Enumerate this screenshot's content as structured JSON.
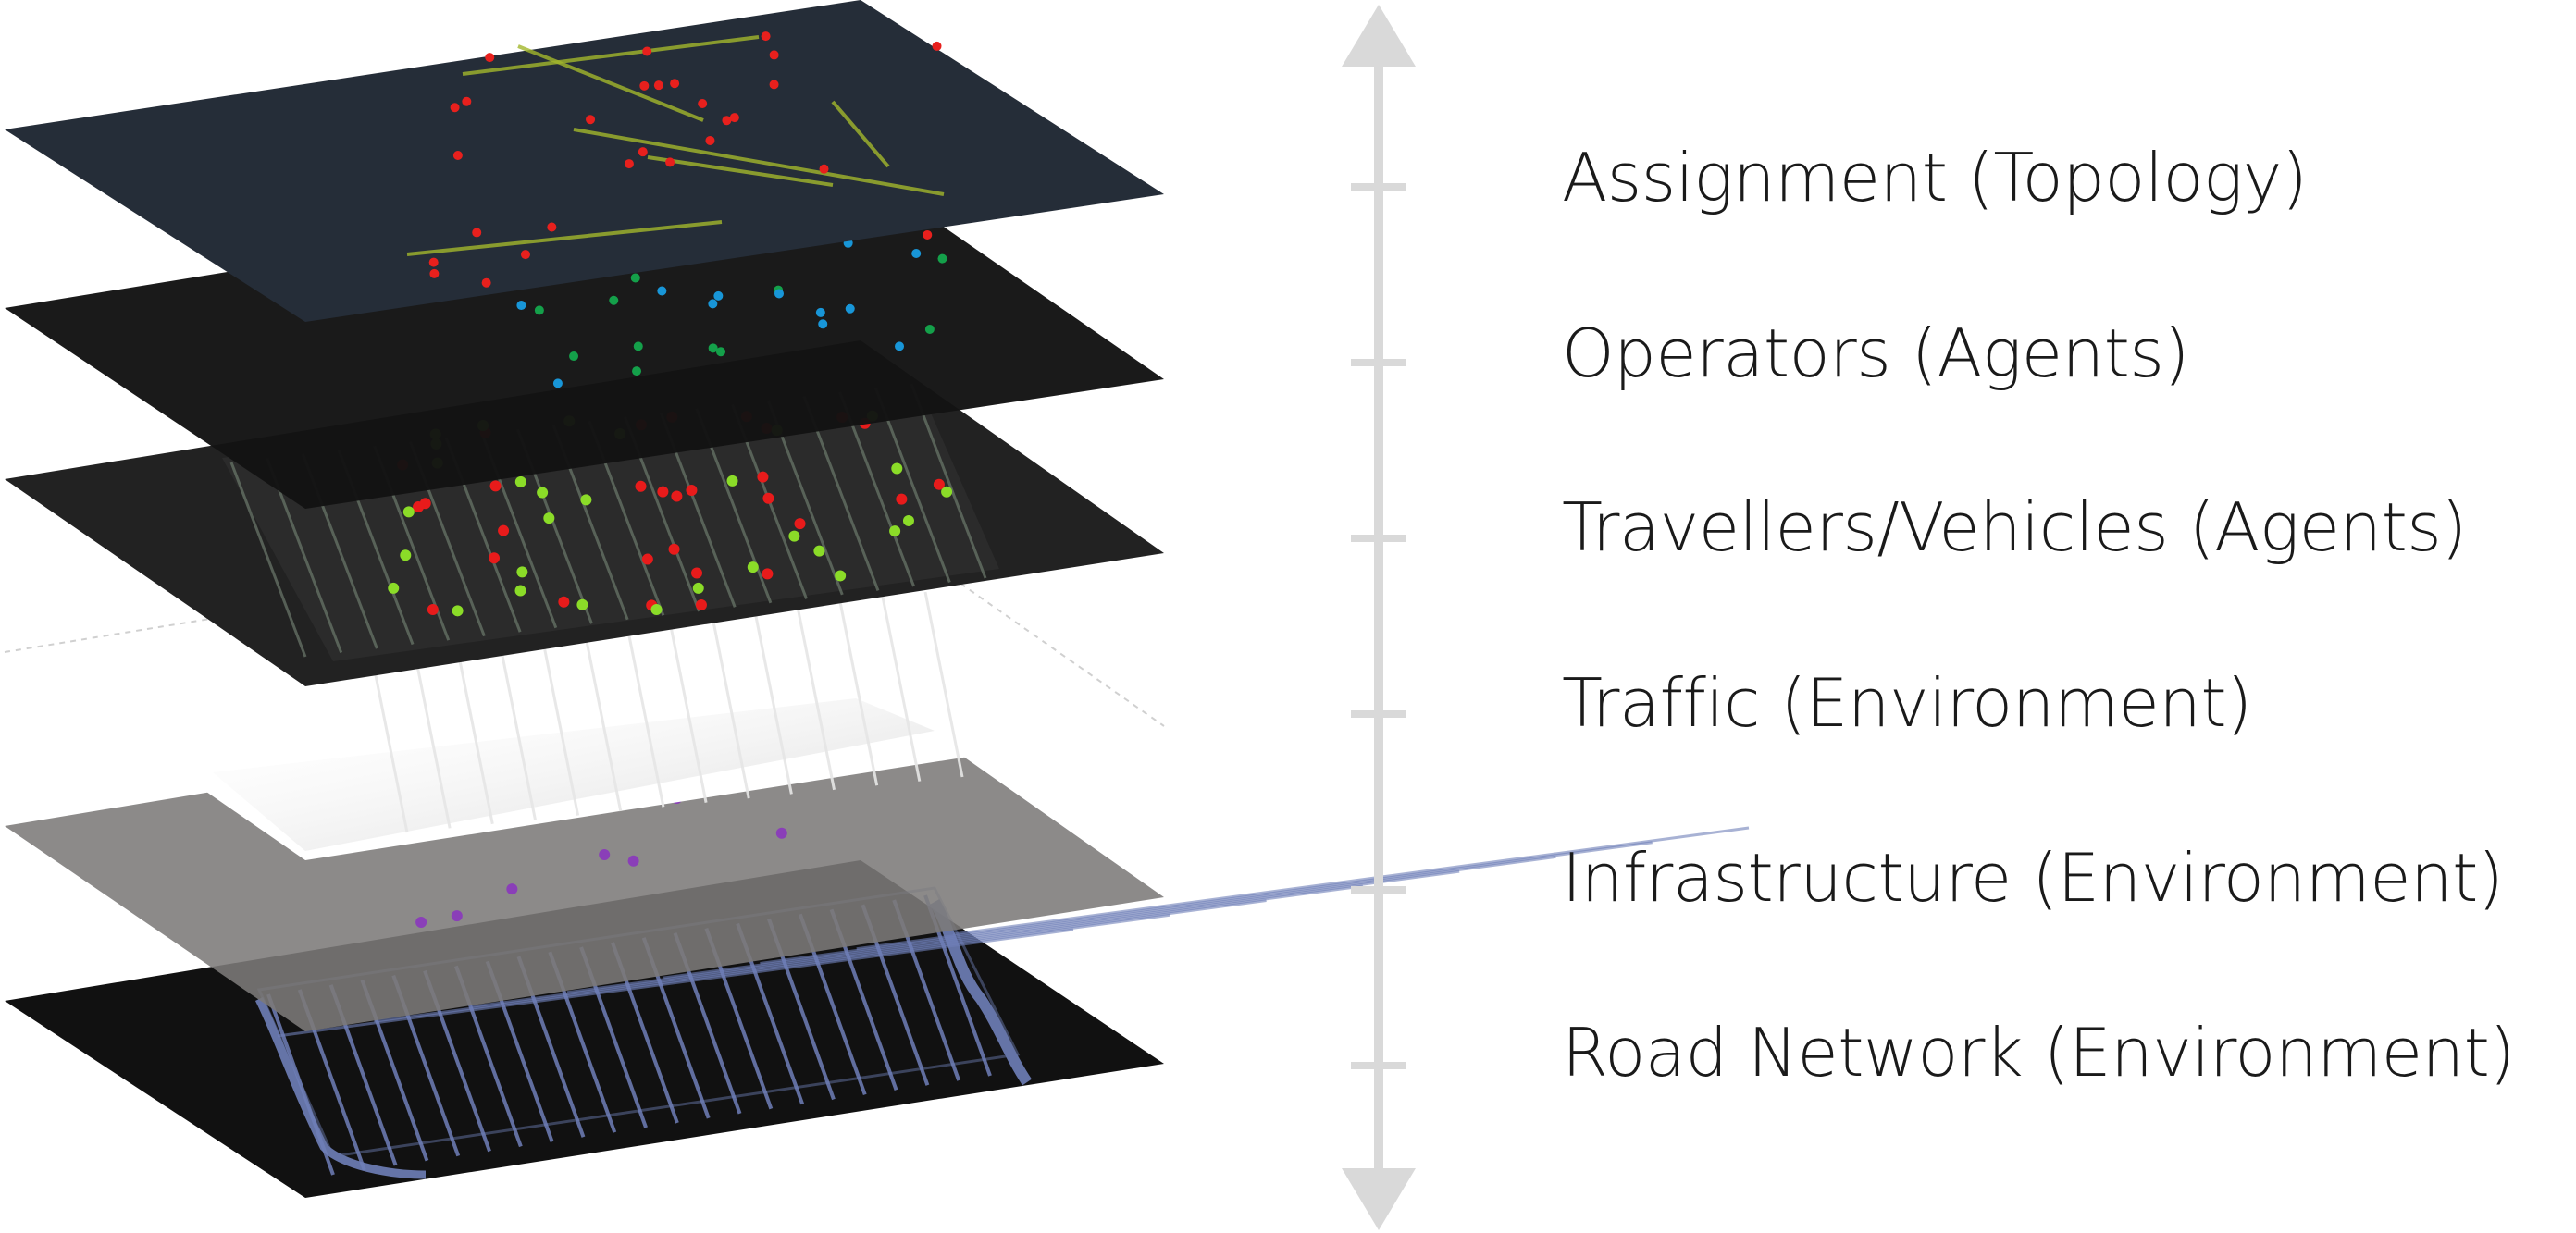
{
  "axis": {
    "color": "#d9d9d9"
  },
  "layers": [
    {
      "label": "Assignment (Topology)",
      "fill": "#252d38",
      "dots": [
        "#e8201d",
        "#a3b72c"
      ]
    },
    {
      "label": "Operators (Agents)",
      "fill": "#131313",
      "dots": [
        "#14a04a",
        "#1896d8"
      ]
    },
    {
      "label": "Travellers/Vehicles (Agents)",
      "fill": "#222222",
      "dots": [
        "#e81b1b",
        "#8bdc28"
      ]
    },
    {
      "label": "Traffic (Environment)",
      "fill": "#ffffff",
      "dots": [
        "#b9b9b9"
      ]
    },
    {
      "label": "Infrastructure (Environment)",
      "fill": "#7c7a79",
      "dots": [
        "#8a3fb8"
      ]
    },
    {
      "label": "Road Network (Environment)",
      "fill": "#111111",
      "dots": [
        "#6f7fb8"
      ]
    }
  ]
}
